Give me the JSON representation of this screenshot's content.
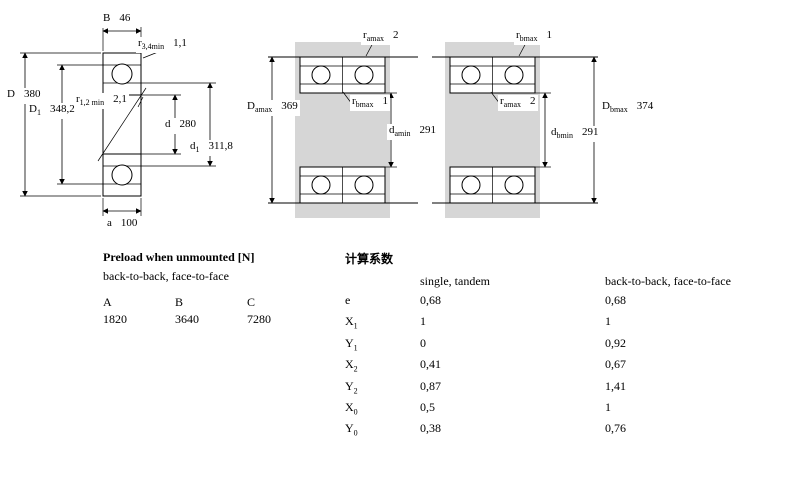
{
  "drawing": {
    "left": {
      "B": {
        "sym": "B",
        "sub": "",
        "value": "46"
      },
      "r34": {
        "sym": "r",
        "sub": "3,4min",
        "value": "1,1"
      },
      "r12": {
        "sym": "r",
        "sub": "1,2 min",
        "value": "2,1"
      },
      "D": {
        "sym": "D",
        "sub": "",
        "value": "380"
      },
      "D1": {
        "sym": "D",
        "sub": "1",
        "value": "348,2"
      },
      "d": {
        "sym": "d",
        "sub": "",
        "value": "280"
      },
      "d1": {
        "sym": "d",
        "sub": "1",
        "value": "311,8"
      },
      "a": {
        "sym": "a",
        "sub": "",
        "value": "100"
      }
    },
    "arr1": {
      "ra_top": {
        "sym": "r",
        "sub": "amax",
        "value": "2"
      },
      "Da": {
        "sym": "D",
        "sub": "amax",
        "value": "369"
      },
      "rb_mid": {
        "sym": "r",
        "sub": "bmax",
        "value": "1"
      },
      "da": {
        "sym": "d",
        "sub": "amin",
        "value": "291"
      }
    },
    "arr2": {
      "rb_top": {
        "sym": "r",
        "sub": "bmax",
        "value": "1"
      },
      "ra_mid": {
        "sym": "r",
        "sub": "amax",
        "value": "2"
      },
      "Db": {
        "sym": "D",
        "sub": "bmax",
        "value": "374"
      },
      "db": {
        "sym": "d",
        "sub": "bmin",
        "value": "291"
      }
    }
  },
  "preload": {
    "title": "Preload when unmounted [N]",
    "subtitle": "back-to-back, face-to-face",
    "headers": [
      "A",
      "B",
      "C"
    ],
    "values": [
      "1820",
      "3640",
      "7280"
    ]
  },
  "factors": {
    "title": "计算系数",
    "col1": "single, tandem",
    "col2": "back-to-back, face-to-face",
    "rows": [
      {
        "sym": "e",
        "sub": "",
        "v1": "0,68",
        "v2": "0,68"
      },
      {
        "sym": "X",
        "sub": "1",
        "v1": "1",
        "v2": "1"
      },
      {
        "sym": "Y",
        "sub": "1",
        "v1": "0",
        "v2": "0,92"
      },
      {
        "sym": "X",
        "sub": "2",
        "v1": "0,41",
        "v2": "0,67"
      },
      {
        "sym": "Y",
        "sub": "2",
        "v1": "0,87",
        "v2": "1,41"
      },
      {
        "sym": "X",
        "sub": "0",
        "v1": "0,5",
        "v2": "1"
      },
      {
        "sym": "Y",
        "sub": "0",
        "v1": "0,38",
        "v2": "0,76"
      }
    ]
  },
  "colors": {
    "section_gray": "#d6d6d6",
    "line": "#000000"
  }
}
